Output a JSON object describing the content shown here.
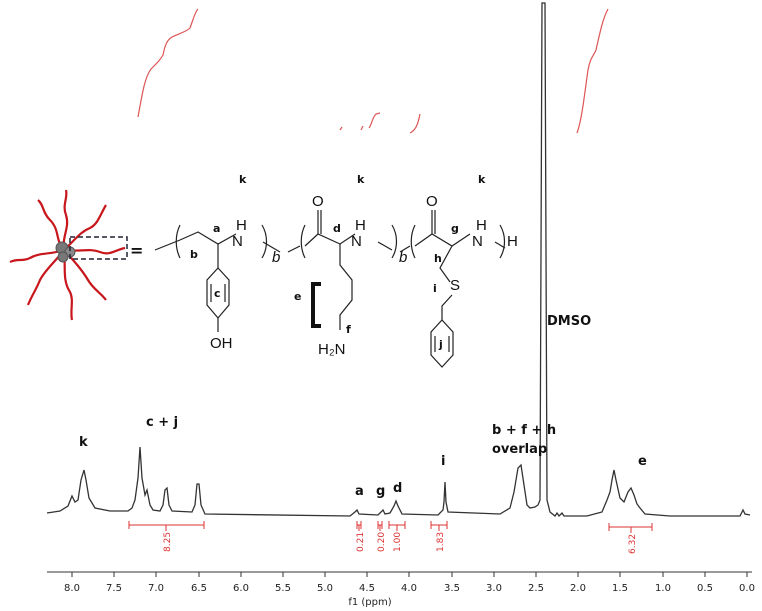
{
  "chart_data": {
    "type": "line",
    "title": "",
    "xlabel": "f1 (ppm)",
    "ylabel": "",
    "xlim": [
      8.3,
      -0.05
    ],
    "x_reversed": true,
    "grid": false,
    "x_ticks": [
      "8.0",
      "7.5",
      "7.0",
      "6.5",
      "6.0",
      "5.5",
      "5.0",
      "4.5",
      "4.0",
      "3.5",
      "3.0",
      "2.5",
      "2.0",
      "1.5",
      "1.0",
      "0.5",
      "0.0"
    ],
    "peaks": [
      {
        "label": "k",
        "ppm": 7.82,
        "rel_height": 0.3
      },
      {
        "label": "k-shoulder",
        "ppm": 7.95,
        "rel_height": 0.08
      },
      {
        "label": "c+j",
        "ppm": 7.17,
        "rel_height": 0.43
      },
      {
        "label": "c+j",
        "ppm": 6.85,
        "rel_height": 0.19
      },
      {
        "label": "c+j",
        "ppm": 6.52,
        "rel_height": 0.21
      },
      {
        "label": "a",
        "ppm": 4.6,
        "rel_height": 0.04
      },
      {
        "label": "g",
        "ppm": 4.35,
        "rel_height": 0.05
      },
      {
        "label": "d",
        "ppm": 4.2,
        "rel_height": 0.1
      },
      {
        "label": "i",
        "ppm": 3.6,
        "rel_height": 0.22
      },
      {
        "label": "b + f + h overlap",
        "ppm": 2.7,
        "rel_height": 0.32
      },
      {
        "label": "DMSO",
        "ppm": 2.42,
        "rel_height": 1.0
      },
      {
        "label": "e",
        "ppm": 1.48,
        "rel_height": 0.27
      },
      {
        "label": "e",
        "ppm": 1.27,
        "rel_height": 0.17
      }
    ],
    "integrals": [
      {
        "from": 7.3,
        "to": 6.45,
        "value": "8.25"
      },
      {
        "from": 4.63,
        "to": 4.57,
        "value": "0.21"
      },
      {
        "from": 4.39,
        "to": 4.33,
        "value": "0.20"
      },
      {
        "from": 4.25,
        "to": 4.05,
        "value": "1.00"
      },
      {
        "from": 3.72,
        "to": 3.57,
        "value": "1.83"
      },
      {
        "from": 1.62,
        "to": 1.1,
        "value": "6.32"
      }
    ],
    "annotations": [
      "k",
      "c + j",
      "a",
      "g",
      "d",
      "i",
      "b + f + h",
      "overlap",
      "DMSO",
      "e"
    ]
  },
  "labels": {
    "k": "k",
    "cj": "c + j",
    "a": "a",
    "g": "g",
    "d": "d",
    "i": "i",
    "bfh": "b + f + h",
    "overlap": "overlap",
    "dmso": "DMSO",
    "e": "e",
    "xlabel": "f1 (ppm)"
  },
  "ticks": [
    "8.0",
    "7.5",
    "7.0",
    "6.5",
    "6.0",
    "5.5",
    "5.0",
    "4.5",
    "4.0",
    "3.5",
    "3.0",
    "2.5",
    "2.0",
    "1.5",
    "1.0",
    "0.5",
    "0.0"
  ],
  "integral_values": [
    "8.25",
    "0.21",
    "0.20",
    "1.00",
    "1.83",
    "6.32"
  ],
  "structure": {
    "equals": "=",
    "k": "k",
    "a": "a",
    "b": "b",
    "c": "c",
    "d": "d",
    "e": "e",
    "f": "f",
    "g": "g",
    "h": "h",
    "i": "i",
    "j": "j",
    "N": "N",
    "H": "H",
    "O": "O",
    "S": "S",
    "OH": "OH",
    "H2N": "H₂N",
    "block": "b"
  }
}
